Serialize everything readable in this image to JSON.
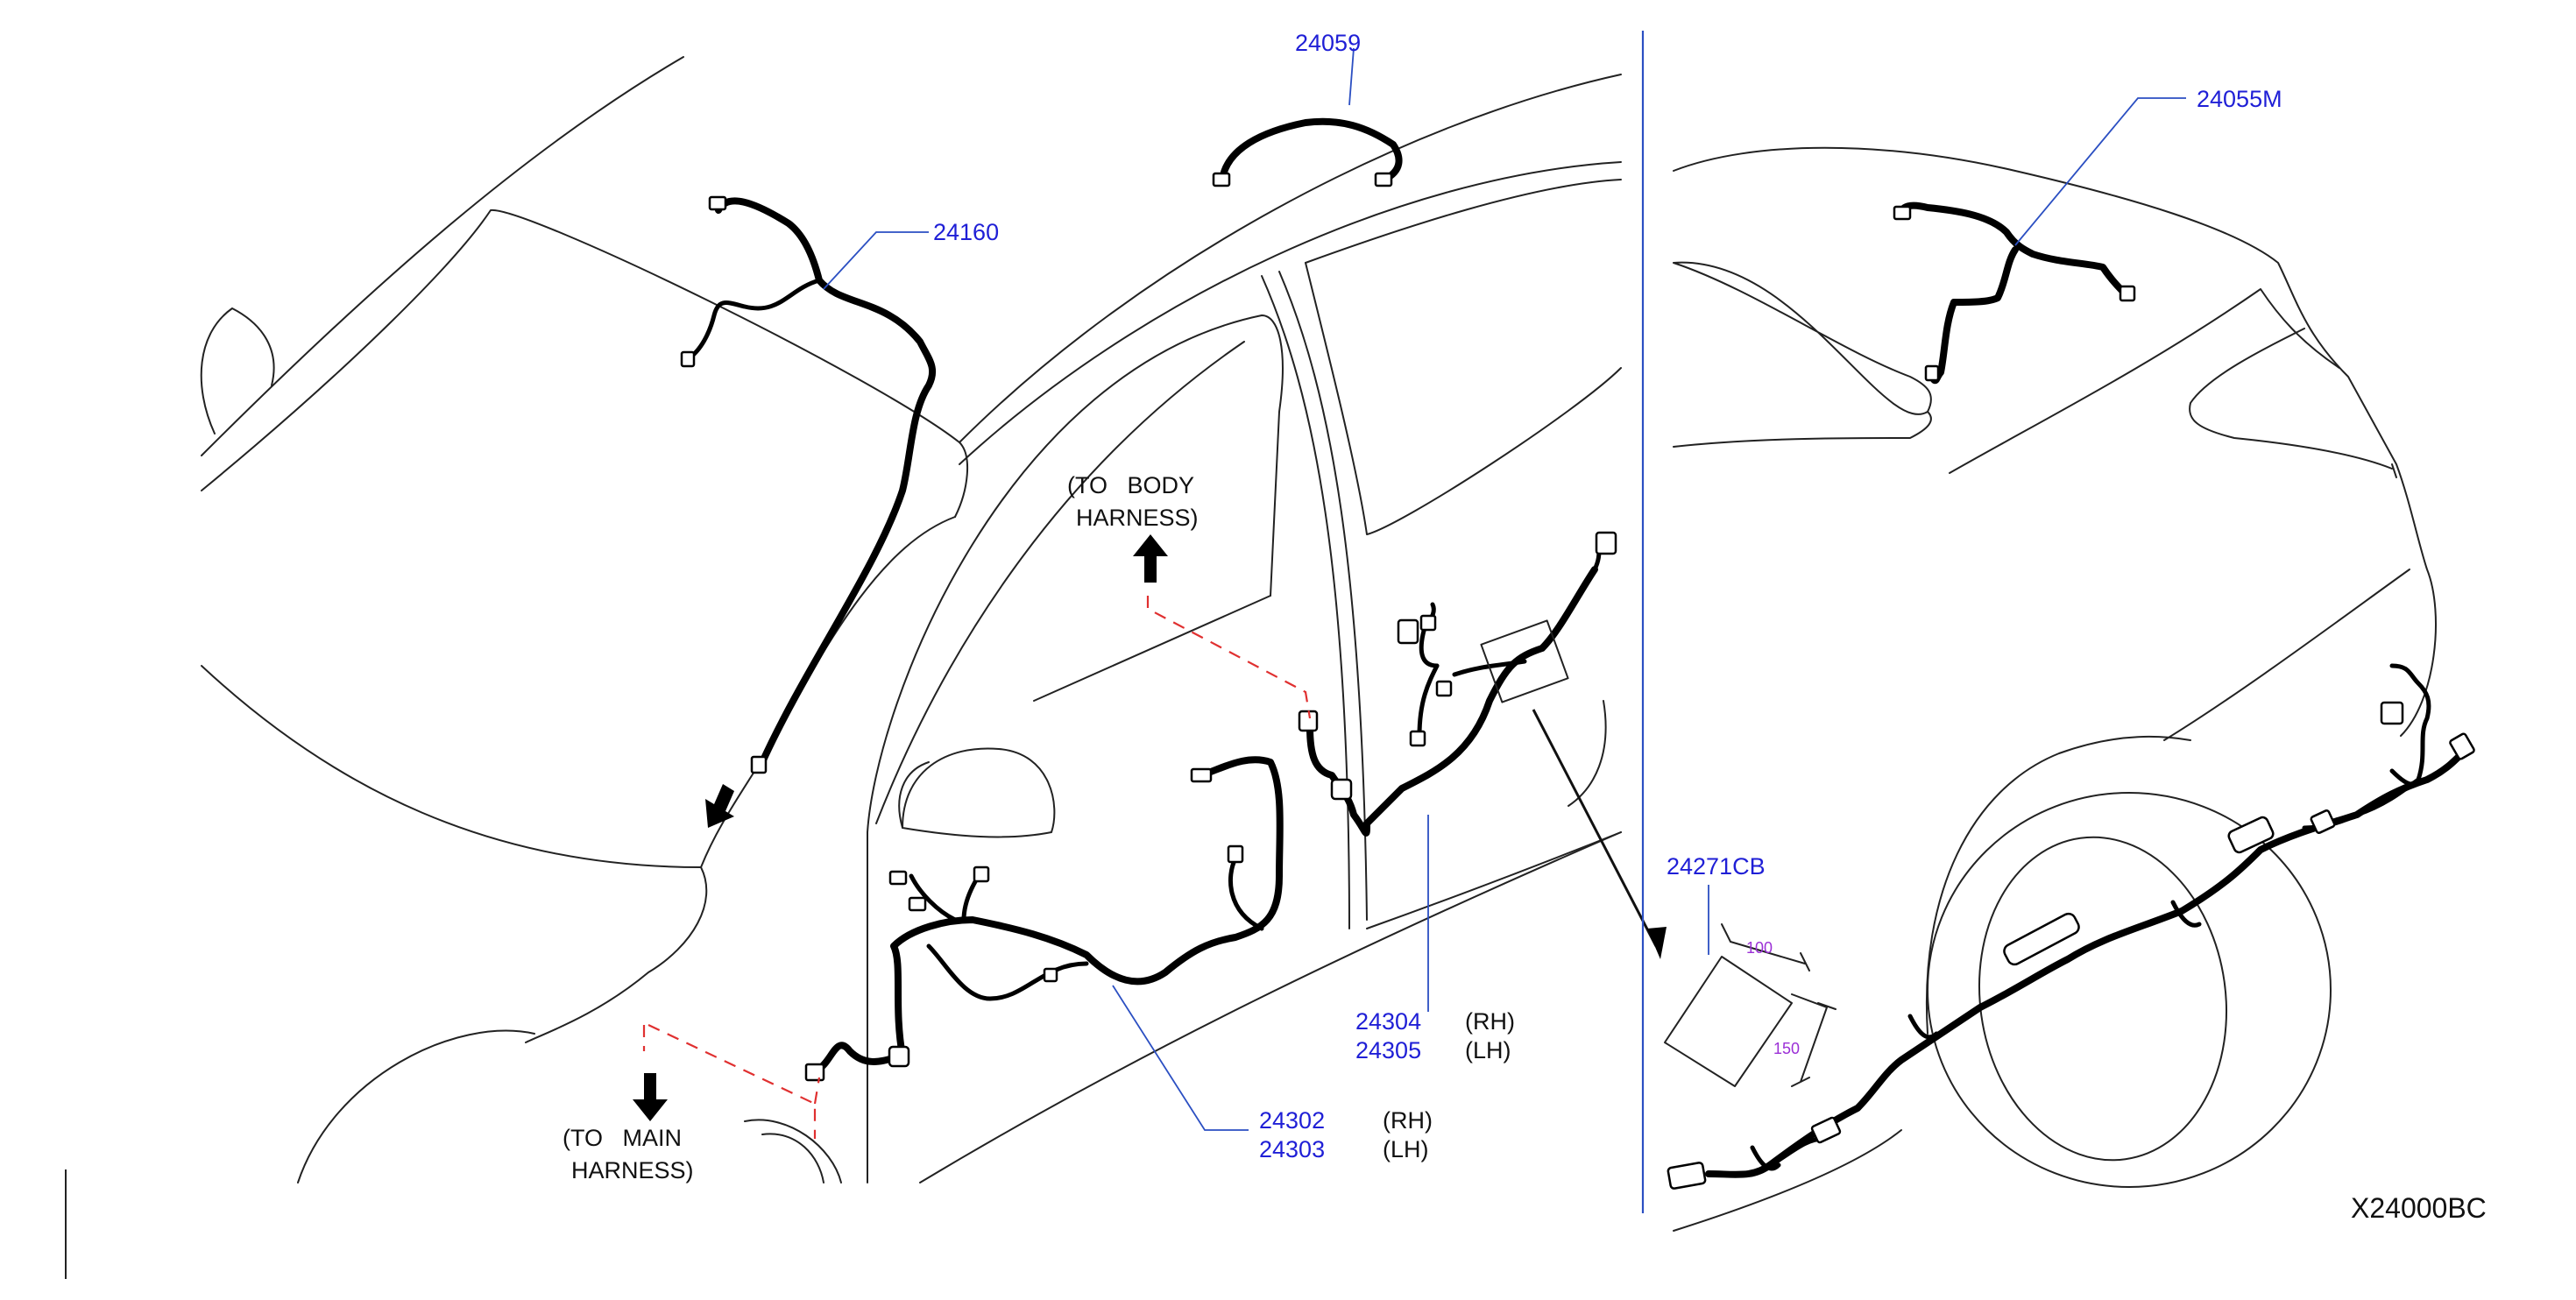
{
  "diagram_code": "X24000BC",
  "callouts": {
    "p24059": "24059",
    "p24160": "24160",
    "p24055m": "24055M",
    "p24271cb": "24271CB",
    "p24304": "24304",
    "p24305": "24305",
    "p24302": "24302",
    "p24303": "24303",
    "rh": "(RH)",
    "lh": "(LH)"
  },
  "notes": {
    "to_body_1": "(TO   BODY",
    "to_body_2": "HARNESS)",
    "to_main_1": "(TO   MAIN",
    "to_main_2": "HARNESS)"
  },
  "dimensions": {
    "d100": "100",
    "d150": "150"
  },
  "colors": {
    "part_number": "#1f1fd6",
    "leader": "#2b4fc2",
    "dashed_route": "#e03030",
    "dimension": "#9b2fd6",
    "outline": "#222222",
    "harness": "#000000"
  }
}
